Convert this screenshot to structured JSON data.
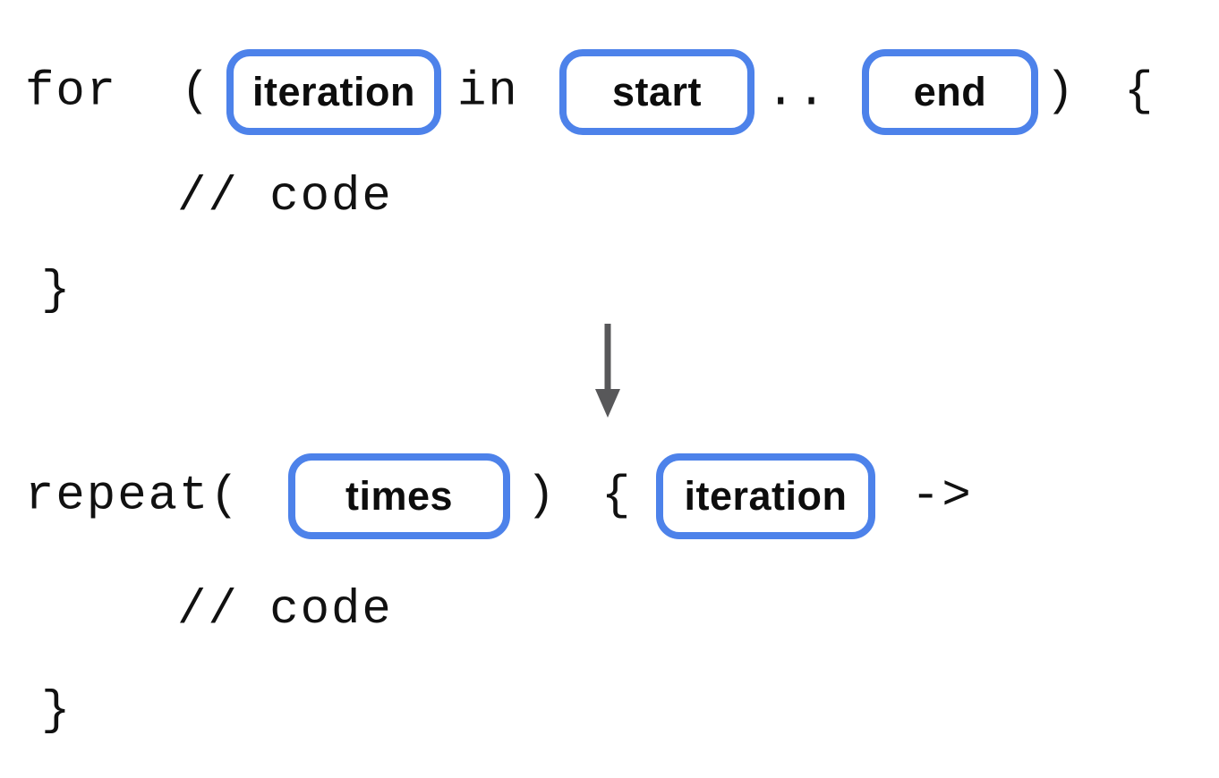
{
  "colors": {
    "accent": "#4d82ea",
    "arrow": "#58585a",
    "code_text": "#111111",
    "label_text": "#0d0d0d",
    "background": "#ffffff"
  },
  "before": {
    "keyword": "for",
    "open_paren": "(",
    "placeholder_iteration": "iteration",
    "operator_in": "in",
    "placeholder_start": "start",
    "range_operator": "..",
    "placeholder_end": "end",
    "close_paren": ")",
    "open_brace": "{",
    "comment": "// code",
    "close_brace": "}"
  },
  "arrow": {
    "direction": "down"
  },
  "after": {
    "keyword": "repeat(",
    "placeholder_times": "times",
    "close_paren": ")",
    "open_brace": "{",
    "placeholder_iteration": "iteration",
    "lambda_arrow": "->",
    "comment": "// code",
    "close_brace": "}"
  }
}
